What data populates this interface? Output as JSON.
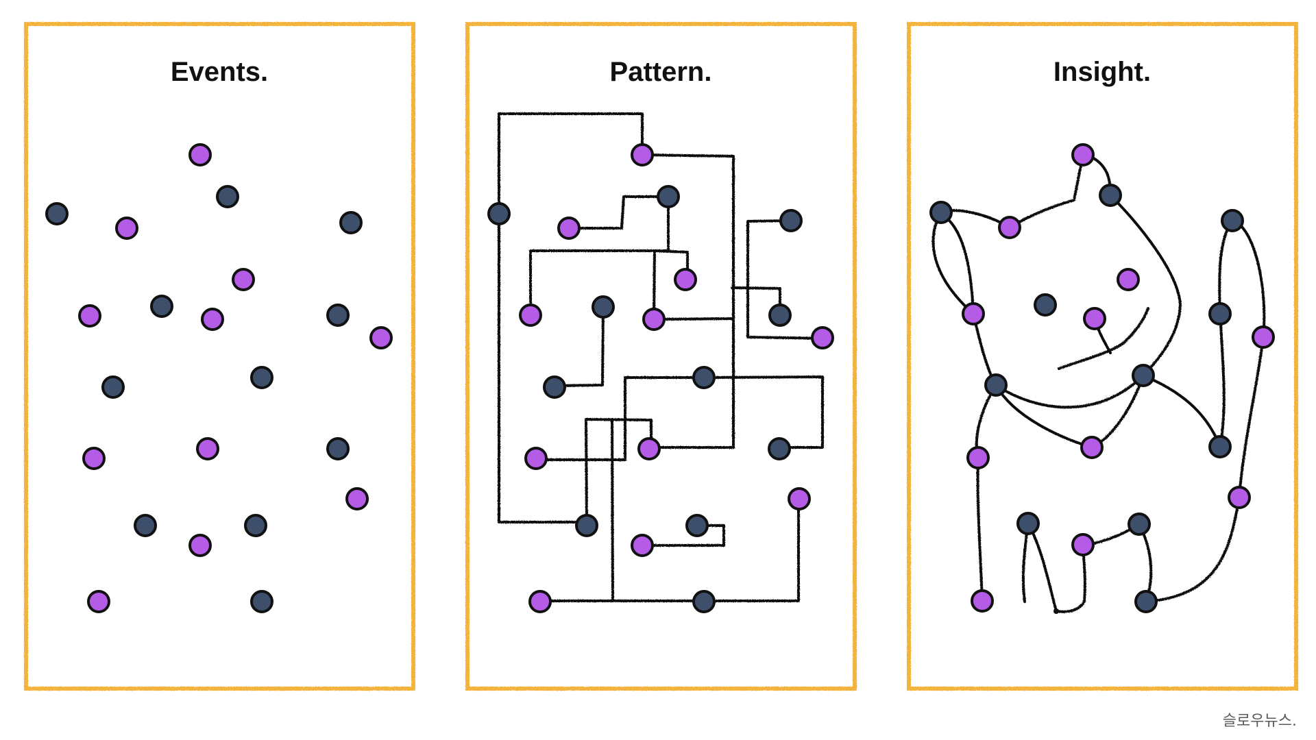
{
  "colors": {
    "frame": "#f3b33d",
    "dot_purple": "#b45ce6",
    "dot_navy": "#3d4f6b",
    "dot_outline": "#111111",
    "line": "#111111",
    "title": "#111111",
    "caption": "#5a5a5a"
  },
  "panels": [
    {
      "id": "events",
      "title": "Events."
    },
    {
      "id": "pattern",
      "title": "Pattern."
    },
    {
      "id": "insight",
      "title": "Insight."
    }
  ],
  "caption": "슬로우뉴스."
}
